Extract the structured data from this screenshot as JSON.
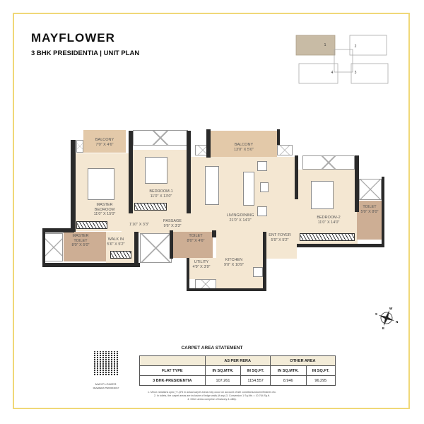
{
  "header": {
    "title": "MAYFLOWER",
    "subtitle": "3 BHK PRESIDENTIA | UNIT PLAN"
  },
  "key_plan": {
    "units": [
      "1",
      "2",
      "3",
      "4"
    ],
    "highlighted_unit": "1",
    "highlight_color": "#c8bba5"
  },
  "rooms": {
    "balcony_left": {
      "name": "BALCONY",
      "size": "7'0\" X 4'6\""
    },
    "master_bedroom": {
      "name": "MASTER BEDROOM",
      "size": "11'0\" X 15'0\""
    },
    "bedroom1": {
      "name": "BEDROOM-1",
      "size": "11'0\" X 13'0\""
    },
    "balcony_top": {
      "name": "BALCONY",
      "size": "13'0\" X 5'0\""
    },
    "living": {
      "name": "LIVING/DINING",
      "size": "21'0\" X 14'3\""
    },
    "bedroom2": {
      "name": "BEDROOM-2",
      "size": "11'0\" X 14'0\""
    },
    "toilet_right": {
      "name": "TOILET",
      "size": "5'0\" X 8'0\""
    },
    "passage": {
      "name": "PASSAGE",
      "size": "9'6\" X 3'3\"",
      "extra": "1'10\" X 3'3\""
    },
    "master_toilet": {
      "name": "MASTER TOILET",
      "size": "8'0\" X 5'0\""
    },
    "walk_in": {
      "name": "WALK IN",
      "size": "5'6\" X 5'2\""
    },
    "toilet_mid": {
      "name": "TOILET",
      "size": "8'0\" X 4'6\""
    },
    "utility": {
      "name": "UTILITY",
      "size": "4'9\" X 3'9\""
    },
    "kitchen": {
      "name": "KITCHEN",
      "size": "9'0\" X 10'9\""
    },
    "ent_foyer": {
      "name": "ENT FOYER",
      "size": "5'9\" X 5'2\""
    }
  },
  "compass": {
    "labels": [
      "W",
      "N",
      "E",
      "S"
    ]
  },
  "qr": {
    "brand": "MAYFLOWER",
    "rera": "MahaRERA P52000044617"
  },
  "carpet": {
    "title": "CARPET AREA STATEMENT",
    "group_headers": [
      "AS PER RERA",
      "OTHER AREA"
    ],
    "columns": [
      "FLAT TYPE",
      "IN SQ.MTR.",
      "IN SQ.FT.",
      "IN SQ.MTR.",
      "IN SQ.FT."
    ],
    "row": [
      "3 BHK-PRESIDENTIA",
      "107.261",
      "1154.557",
      "8.946",
      "96.295"
    ]
  },
  "notes": [
    "1. Minor variations upto (+/-)3% in actual carpet areas may occur on account of site conditions/column/finishes etc.",
    "2. In toilets, the carpet areas are inclusive of ledge walls (if any) 3. Conversion 1 Sq.Mtr. = 10.764 Sq.ft.",
    "4. Other areas comprise of balcony & utility."
  ],
  "colors": {
    "frame": "#f0d878",
    "room": "#f4e7d2",
    "balcony": "#e3c9a9",
    "toilet": "#cdae94",
    "wall": "#2a2a2a"
  }
}
